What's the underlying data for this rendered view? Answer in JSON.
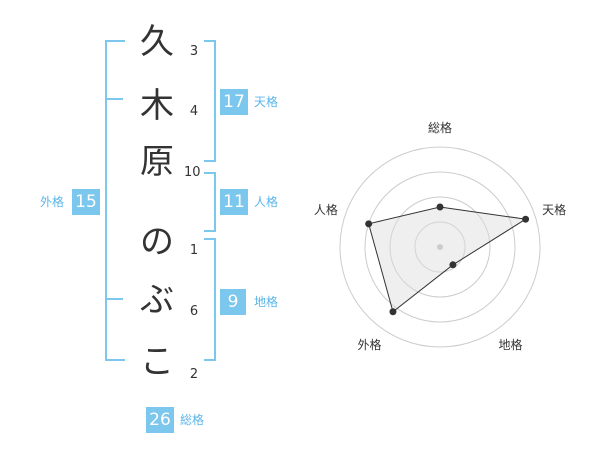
{
  "name_chars": [
    {
      "char": "久",
      "strokes": "3"
    },
    {
      "char": "木",
      "strokes": "4"
    },
    {
      "char": "原",
      "strokes": "10"
    },
    {
      "char": "の",
      "strokes": "1"
    },
    {
      "char": "ぶ",
      "strokes": "6"
    },
    {
      "char": "こ",
      "strokes": "2"
    }
  ],
  "kakusu": {
    "tenkaku": {
      "value": "17",
      "label": "天格"
    },
    "jinkaku": {
      "value": "11",
      "label": "人格"
    },
    "chikaku": {
      "value": "9",
      "label": "地格"
    },
    "gaikaku": {
      "value": "15",
      "label": "外格"
    },
    "soukaku": {
      "value": "26",
      "label": "総格"
    }
  },
  "chart_data": {
    "type": "radar",
    "axes": [
      "総格",
      "天格",
      "地格",
      "外格",
      "人格"
    ],
    "values": [
      0.4,
      0.9,
      0.22,
      0.8,
      0.75
    ],
    "rings": 4,
    "colors": {
      "accent": "#7cc7ee",
      "fill": "#eeeeee",
      "line": "#333333",
      "grid": "#cccccc"
    }
  }
}
